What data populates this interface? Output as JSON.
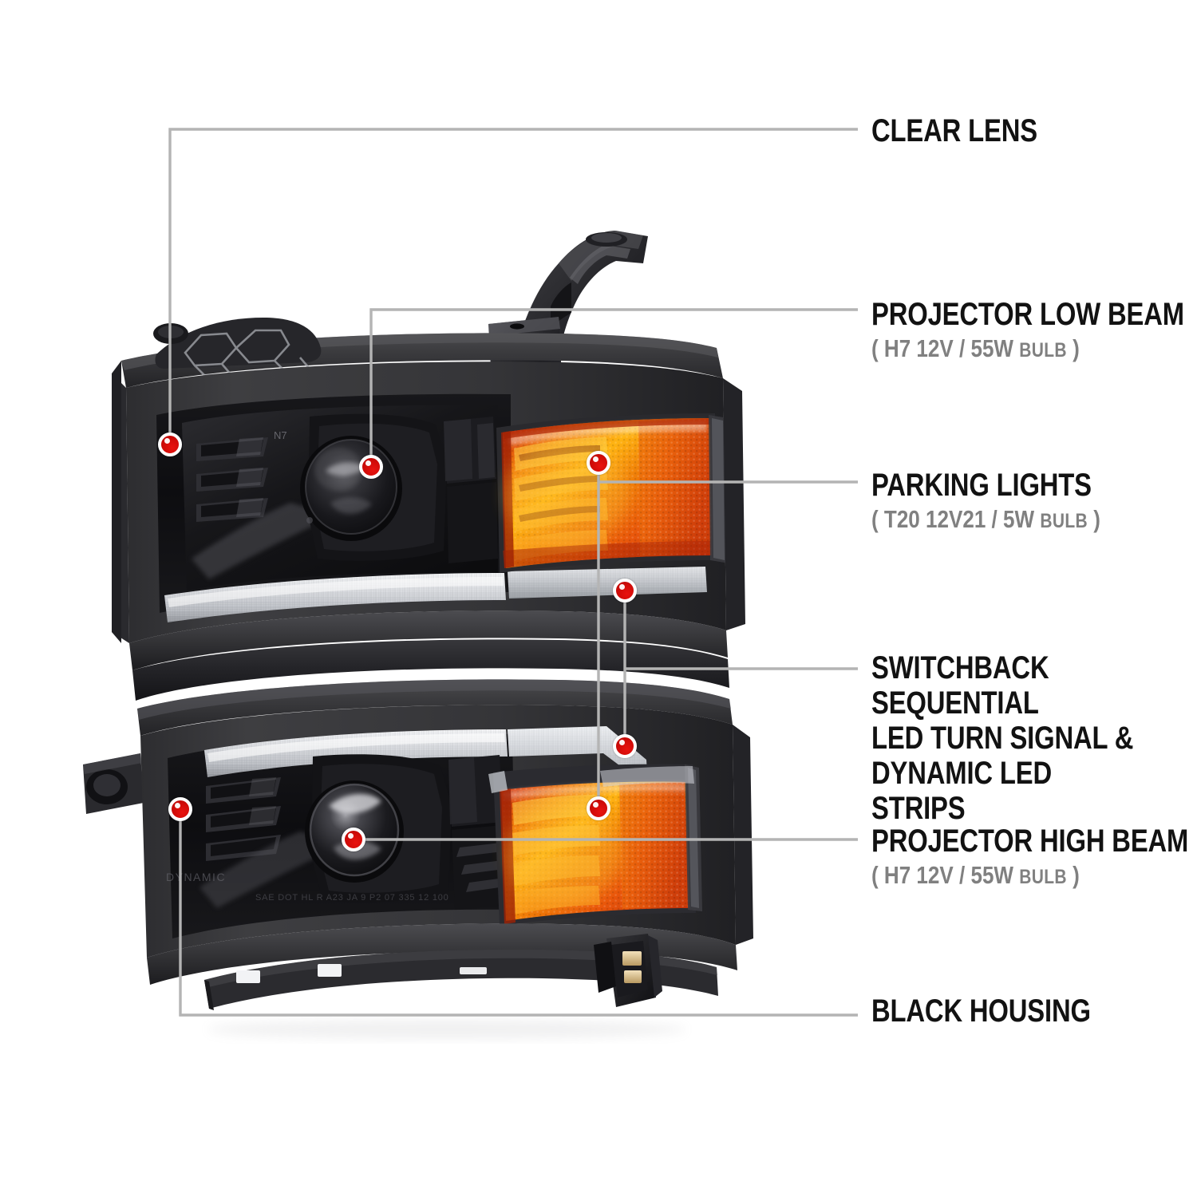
{
  "product": {
    "name": "pickup-truck-headlight-assembly-pair",
    "description": "Black housing projector headlight assembly with amber parking lens and clear LED strips",
    "colors": {
      "housing_black": "#1b1b1d",
      "trim_gray": "#3a3a3c",
      "amber_lens": "#f08a0a",
      "amber_deep": "#c7370c",
      "clear_lens": "#d8dade",
      "accent_red": "#d91010",
      "leader_line": "#b4b4b4",
      "label_text": "#121212",
      "sublabel_text": "#808080",
      "background": "#ffffff"
    },
    "marking_text_top": "N7",
    "marking_text_bottom": "DYNAMIC"
  },
  "callouts": [
    {
      "id": "clear-lens",
      "title": "CLEAR LENS",
      "sub": null,
      "sub_bulb_word": null,
      "dots": [
        [
          213,
          557
        ]
      ]
    },
    {
      "id": "projector-low-beam",
      "title": "PROJECTOR LOW BEAM",
      "sub": "( H7  12V / 55W ",
      "sub_bulb_word": "BULB",
      "sub_tail": " )",
      "dots": [
        [
          465,
          585
        ]
      ]
    },
    {
      "id": "parking-lights",
      "title": "PARKING LIGHTS",
      "sub": "( T20  12V21 / 5W ",
      "sub_bulb_word": "BULB",
      "sub_tail": " )",
      "dots": [
        [
          750,
          580
        ],
        [
          750,
          1013
        ]
      ]
    },
    {
      "id": "switchback-sequential",
      "title": "SWITCHBACK SEQUENTIAL LED TURN SIGNAL & DYNAMIC LED STRIPS",
      "title_lines": [
        "SWITCHBACK SEQUENTIAL",
        "LED TURN SIGNAL &",
        "DYNAMIC LED STRIPS"
      ],
      "sub": null,
      "dots": [
        [
          783,
          740
        ],
        [
          783,
          935
        ]
      ]
    },
    {
      "id": "projector-high-beam",
      "title": "PROJECTOR HIGH BEAM",
      "sub": "( H7  12V / 55W ",
      "sub_bulb_word": "BULB",
      "sub_tail": " )",
      "dots": [
        [
          443,
          1052
        ]
      ]
    },
    {
      "id": "black-housing",
      "title": "BLACK HOUSING",
      "sub": null,
      "dots": [
        [
          226,
          1014
        ]
      ]
    }
  ]
}
